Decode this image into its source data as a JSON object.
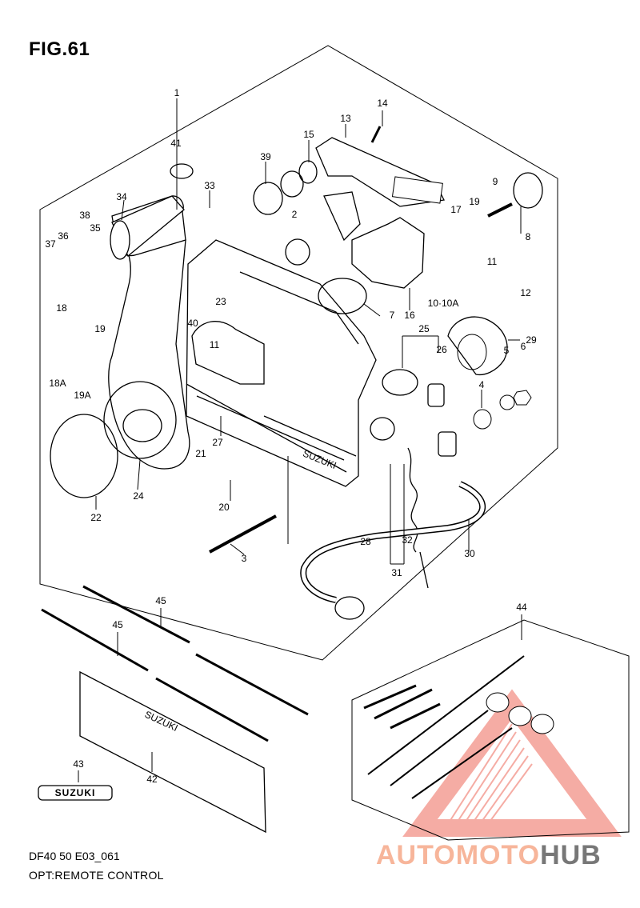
{
  "figure": {
    "title": "FIG.61",
    "model_code": "DF40 50 E03_061",
    "caption": "OPT:REMOTE CONTROL"
  },
  "part_labels": [
    {
      "id": "p1",
      "text": "1"
    },
    {
      "id": "p41",
      "text": "41"
    },
    {
      "id": "p39",
      "text": "39"
    },
    {
      "id": "p15",
      "text": "15"
    },
    {
      "id": "p13",
      "text": "13"
    },
    {
      "id": "p14",
      "text": "14"
    },
    {
      "id": "p9",
      "text": "9"
    },
    {
      "id": "p8",
      "text": "8"
    },
    {
      "id": "p34",
      "text": "34"
    },
    {
      "id": "p33",
      "text": "33"
    },
    {
      "id": "p2",
      "text": "2"
    },
    {
      "id": "p17",
      "text": "17"
    },
    {
      "id": "p19a",
      "text": "19"
    },
    {
      "id": "p38",
      "text": "38"
    },
    {
      "id": "p36",
      "text": "36"
    },
    {
      "id": "p35",
      "text": "35"
    },
    {
      "id": "p37",
      "text": "37"
    },
    {
      "id": "p11a",
      "text": "11"
    },
    {
      "id": "p1010a",
      "text": "10·10A"
    },
    {
      "id": "p12",
      "text": "12"
    },
    {
      "id": "p18",
      "text": "18"
    },
    {
      "id": "p23",
      "text": "23"
    },
    {
      "id": "p7",
      "text": "7"
    },
    {
      "id": "p16",
      "text": "16"
    },
    {
      "id": "p25",
      "text": "25"
    },
    {
      "id": "p29",
      "text": "29"
    },
    {
      "id": "p19b",
      "text": "19"
    },
    {
      "id": "p40",
      "text": "40"
    },
    {
      "id": "p11b",
      "text": "11"
    },
    {
      "id": "p26",
      "text": "26"
    },
    {
      "id": "p18a",
      "text": "18A"
    },
    {
      "id": "p19A",
      "text": "19A"
    },
    {
      "id": "p4",
      "text": "4"
    },
    {
      "id": "p5",
      "text": "5"
    },
    {
      "id": "p6",
      "text": "6"
    },
    {
      "id": "p21",
      "text": "21"
    },
    {
      "id": "p27",
      "text": "27"
    },
    {
      "id": "p24",
      "text": "24"
    },
    {
      "id": "p22",
      "text": "22"
    },
    {
      "id": "p20",
      "text": "20"
    },
    {
      "id": "p28",
      "text": "28"
    },
    {
      "id": "p32",
      "text": "32"
    },
    {
      "id": "p30",
      "text": "30"
    },
    {
      "id": "p3",
      "text": "3"
    },
    {
      "id": "p31",
      "text": "31"
    },
    {
      "id": "p44",
      "text": "44"
    },
    {
      "id": "p45a",
      "text": "45"
    },
    {
      "id": "p45b",
      "text": "45"
    },
    {
      "id": "p43",
      "text": "43"
    },
    {
      "id": "p42",
      "text": "42"
    }
  ],
  "brand_marks": {
    "housing_emblem": "SUZUKI",
    "emblem_43": "SUZUKI",
    "trim_plate": "SUZUKI"
  },
  "watermark": {
    "part_a": "AUTOMOTO",
    "part_b": "HUB",
    "color_a": "#f7b59a",
    "color_b": "#777777"
  }
}
